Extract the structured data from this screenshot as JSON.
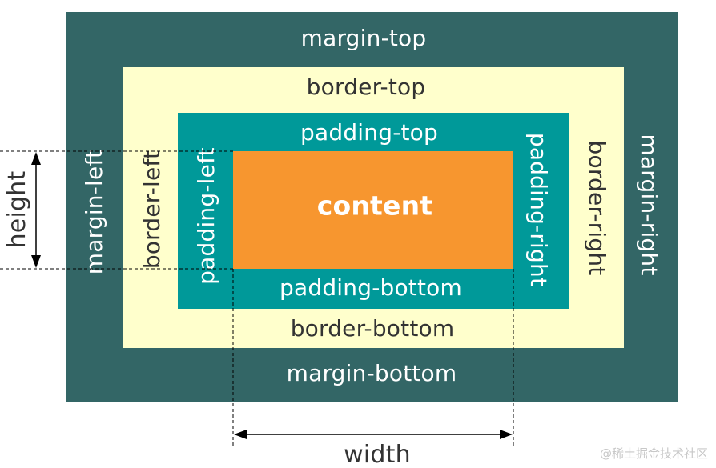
{
  "colors": {
    "margin": "#336666",
    "border": "#ffffcc",
    "padding": "#009999",
    "content": "#f7962f",
    "light_text": "#ffffff",
    "dark_text": "#333333",
    "guide_line": "#000000"
  },
  "margin": {
    "top": "margin-top",
    "bottom": "margin-bottom",
    "left": "margin-left",
    "right": "margin-right"
  },
  "border": {
    "top": "border-top",
    "bottom": "border-bottom",
    "left": "border-left",
    "right": "border-right"
  },
  "padding": {
    "top": "padding-top",
    "bottom": "padding-bottom",
    "left": "padding-left",
    "right": "padding-right"
  },
  "content": {
    "label": "content"
  },
  "dimensions": {
    "height": "height",
    "width": "width"
  },
  "watermark": {
    "text": "@稀土掘金技术社区"
  }
}
